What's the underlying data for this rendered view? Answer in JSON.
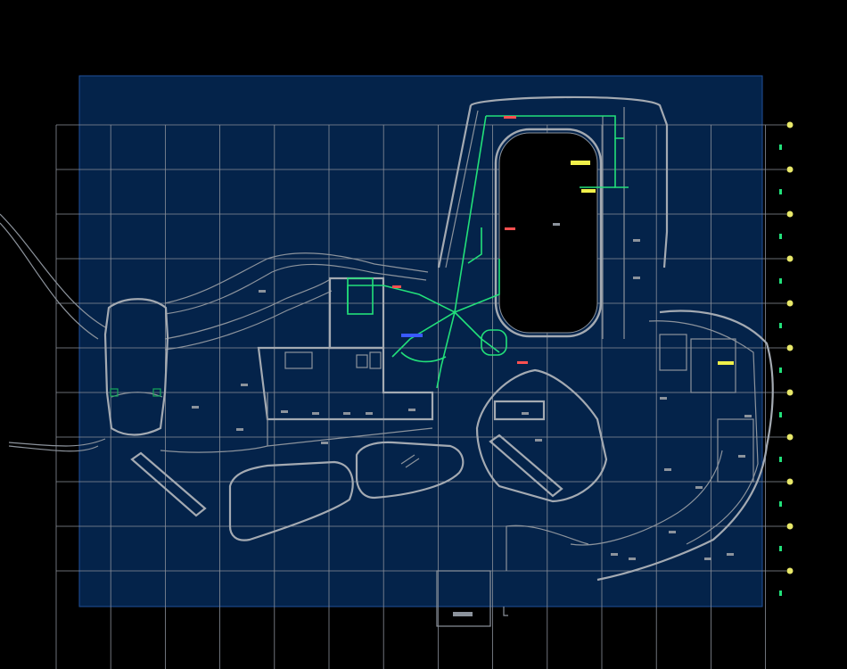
{
  "drawing": {
    "background_color": "#000000",
    "panel_color": "#04234a",
    "panel_border_color": "#1f4f9a",
    "grid_color": "#8a8f99",
    "outline_color": "#8c939c",
    "wall_color": "#a4aab2",
    "pipe_color": "#22e07a",
    "pipe_dark_color": "#14a85a",
    "highlight_color": "#f0f04a",
    "marker_color": "#e8e86a",
    "red_color": "#ff5050",
    "blue_color": "#3a5aff",
    "cyan_color": "#27c7d8"
  },
  "grid": {
    "vertical_lines": 14,
    "horizontal_lines": 11,
    "axis_markers": 11
  },
  "legend_box": {
    "label": ""
  }
}
